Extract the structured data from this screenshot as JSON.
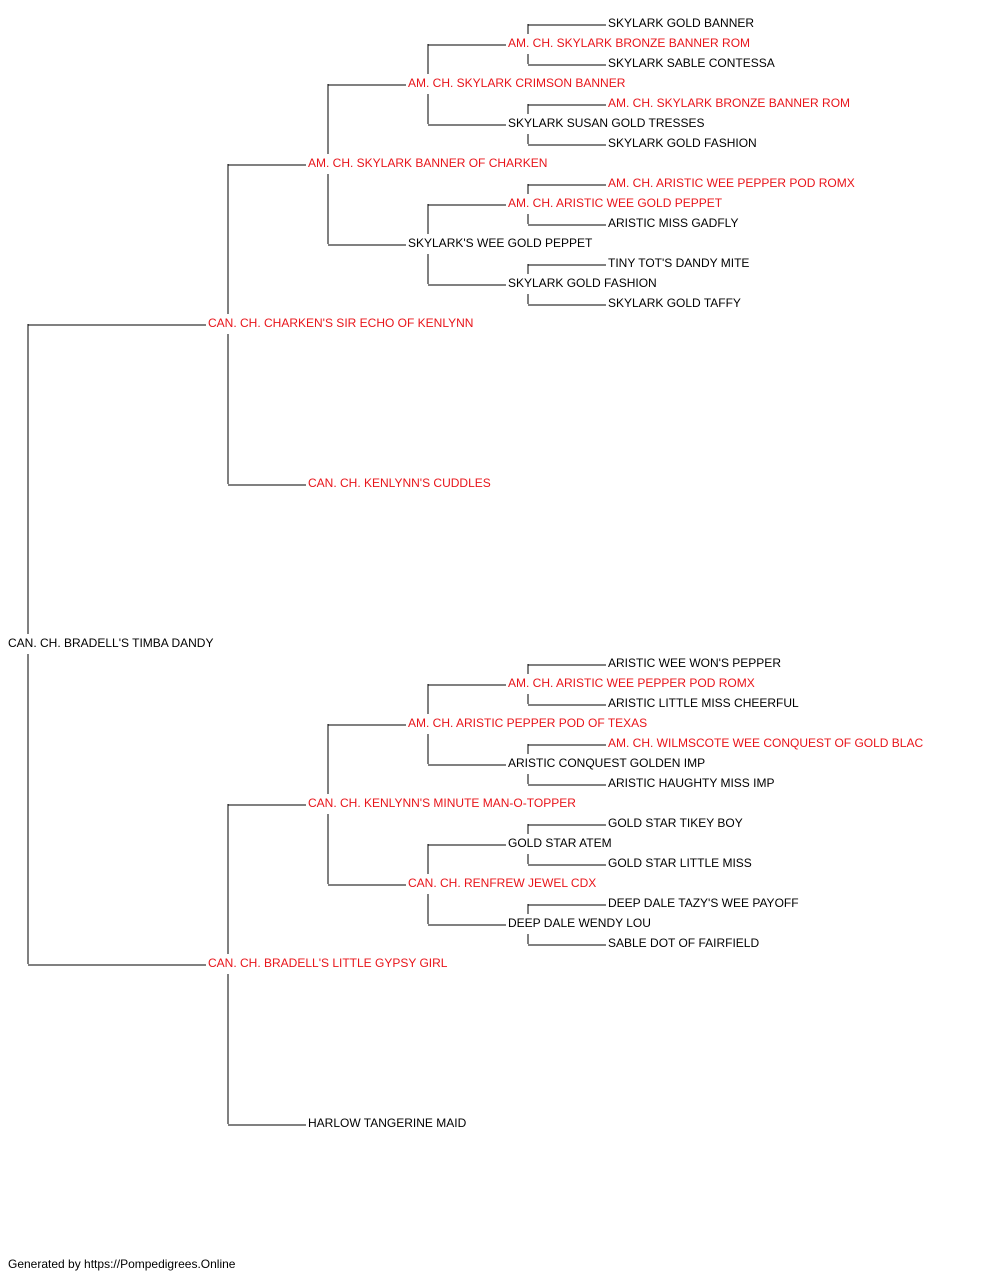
{
  "colors": {
    "champion": "#e8141a",
    "regular": "#000000",
    "line": "#000000"
  },
  "pedigree": {
    "name": "CAN. CH. BRADELL'S TIMBA DANDY",
    "champion": false,
    "sire": {
      "name": "CAN. CH. CHARKEN'S SIR ECHO OF KENLYNN",
      "champion": true,
      "sire": {
        "name": "AM. CH. SKYLARK BANNER OF CHARKEN",
        "champion": true,
        "sire": {
          "name": "AM. CH. SKYLARK CRIMSON BANNER",
          "champion": true,
          "sire": {
            "name": "AM. CH. SKYLARK BRONZE BANNER ROM",
            "champion": true,
            "sire": {
              "name": "SKYLARK GOLD BANNER",
              "champion": false
            },
            "dam": {
              "name": "SKYLARK SABLE CONTESSA",
              "champion": false
            }
          },
          "dam": {
            "name": "SKYLARK SUSAN GOLD TRESSES",
            "champion": false,
            "sire": {
              "name": "AM. CH. SKYLARK BRONZE BANNER ROM",
              "champion": true
            },
            "dam": {
              "name": "SKYLARK GOLD FASHION",
              "champion": false
            }
          }
        },
        "dam": {
          "name": "SKYLARK'S WEE GOLD PEPPET",
          "champion": false,
          "sire": {
            "name": "AM. CH. ARISTIC WEE GOLD PEPPET",
            "champion": true,
            "sire": {
              "name": "AM. CH. ARISTIC WEE PEPPER POD ROMX",
              "champion": true
            },
            "dam": {
              "name": "ARISTIC MISS GADFLY",
              "champion": false
            }
          },
          "dam": {
            "name": "SKYLARK GOLD FASHION",
            "champion": false,
            "sire": {
              "name": "TINY TOT'S DANDY MITE",
              "champion": false
            },
            "dam": {
              "name": "SKYLARK GOLD TAFFY",
              "champion": false
            }
          }
        }
      },
      "dam": {
        "name": "CAN. CH. KENLYNN'S CUDDLES",
        "champion": true
      }
    },
    "dam": {
      "name": "CAN. CH. BRADELL'S LITTLE GYPSY GIRL",
      "champion": true,
      "sire": {
        "name": "CAN. CH. KENLYNN'S MINUTE MAN-O-TOPPER",
        "champion": true,
        "sire": {
          "name": "AM. CH. ARISTIC PEPPER POD OF TEXAS",
          "champion": true,
          "sire": {
            "name": "AM. CH. ARISTIC WEE PEPPER POD ROMX",
            "champion": true,
            "sire": {
              "name": "ARISTIC WEE WON'S PEPPER",
              "champion": false
            },
            "dam": {
              "name": "ARISTIC LITTLE MISS CHEERFUL",
              "champion": false
            }
          },
          "dam": {
            "name": "ARISTIC CONQUEST GOLDEN IMP",
            "champion": false,
            "sire": {
              "name": "AM. CH. WILMSCOTE WEE CONQUEST OF GOLD BLAC",
              "champion": true
            },
            "dam": {
              "name": "ARISTIC HAUGHTY MISS IMP",
              "champion": false
            }
          }
        },
        "dam": {
          "name": "CAN. CH. RENFREW JEWEL CDX",
          "champion": true,
          "sire": {
            "name": "GOLD STAR ATEM",
            "champion": false,
            "sire": {
              "name": "GOLD STAR TIKEY BOY",
              "champion": false
            },
            "dam": {
              "name": "GOLD STAR LITTLE MISS",
              "champion": false
            }
          },
          "dam": {
            "name": "DEEP DALE WENDY LOU",
            "champion": false,
            "sire": {
              "name": "DEEP DALE TAZY'S WEE PAYOFF",
              "champion": false
            },
            "dam": {
              "name": "SABLE DOT OF FAIRFIELD",
              "champion": false
            }
          }
        }
      },
      "dam": {
        "name": "HARLOW TANGERINE MAID",
        "champion": false
      }
    }
  },
  "footer": "Generated by https://Pompedigrees.Online"
}
